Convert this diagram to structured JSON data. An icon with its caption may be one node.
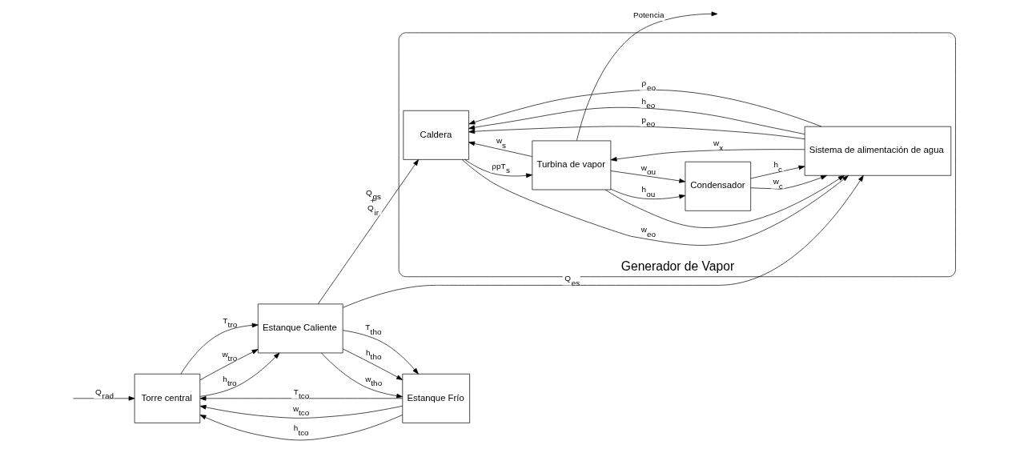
{
  "diagram": {
    "nodes": [
      {
        "text": [
          "Torre central"
        ]
      },
      {
        "text": [
          "Estanque Caliente"
        ]
      },
      {
        "text": [
          "Estanque Frío"
        ]
      },
      {
        "text": [
          "Generador de Vapor"
        ]
      },
      {
        "text": [
          "Caldera"
        ],
        "in": 3
      },
      {
        "text": [
          "Turbina de vapor"
        ],
        "in": 3
      },
      {
        "text": [
          "Sistema de alimentación de agua"
        ],
        "in": 3
      },
      {
        "text": [
          "Condensador"
        ],
        "in": 3
      }
    ],
    "edges": [
      {
        "from": null,
        "to": 0,
        "arrow": "to",
        "label": "Q$_{rad}$"
      },
      {
        "from": 0,
        "to": 1,
        "arrow": "to",
        "label": "T$_{tro}$"
      },
      {
        "from": 0,
        "to": 1,
        "arrow": "to",
        "label": "w$_{tro}$"
      },
      {
        "from": 0,
        "to": 1,
        "arrow": "to",
        "label": "h$_{tro}$"
      },
      {
        "from": 2,
        "to": 0,
        "arrow": "to",
        "label": "T$_{tco}$"
      },
      {
        "from": 2,
        "to": 0,
        "arrow": "to",
        "label": "w$_{tco}$"
      },
      {
        "from": 2,
        "to": 0,
        "arrow": "to",
        "label": "h$_{tco}$"
      },
      {
        "from": 1,
        "to": 2,
        "arrow": "to",
        "label": "h$_{tho}$"
      },
      {
        "from": 1,
        "to": 2,
        "arrow": "to",
        "label": "w$_{tho}$"
      },
      {
        "from": 1,
        "to": 2,
        "arrow": "to",
        "label": "T$_{tho}$"
      },
      {
        "from": 1,
        "to": 4,
        "arrow": "to",
        "label": "Q$_{gs}$ + Q$_{ir}$"
      },
      {
        "from": 1,
        "to": 6,
        "arrow": "to",
        "label": "Q$_{es}$"
      },
      {
        "from": 4,
        "to": 5,
        "arrow": "to",
        "label": "ρpT$_{s}$"
      },
      {
        "from": 5,
        "to": 4,
        "arrow": "to",
        "label": "w$_{s}$"
      },
      {
        "from": 5,
        "to": null,
        "arrow": "to",
        "label": "Potencia"
      },
      {
        "from": 6,
        "to": 4,
        "arrow": "to",
        "label": "p$_{eo}$"
      },
      {
        "from": 6,
        "to": 4,
        "arrow": "to",
        "label": "h$_{eo}$"
      },
      {
        "from": 6,
        "to": 4,
        "arrow": "to",
        "label": "ρ$_{eo}$"
      },
      {
        "from": 4,
        "to": 6,
        "arrow": "to",
        "label": "w$_{eo}$"
      },
      {
        "from": 6,
        "to": 5,
        "arrow": "to",
        "label": "w$_{x}$"
      },
      {
        "from": 5,
        "to": 7,
        "arrow": "to",
        "label": "h$_{ou}$"
      },
      {
        "from": 5,
        "to": 6,
        "arrow": "to"
      },
      {
        "from": 5,
        "to": 7,
        "arrow": "to",
        "label": "w$_{ou}$"
      },
      {
        "from": 7,
        "to": 6,
        "arrow": "to",
        "label": "w$_{c}$"
      },
      {
        "from": 7,
        "to": 6,
        "arrow": "to",
        "label": "h$_{c}$"
      }
    ]
  }
}
